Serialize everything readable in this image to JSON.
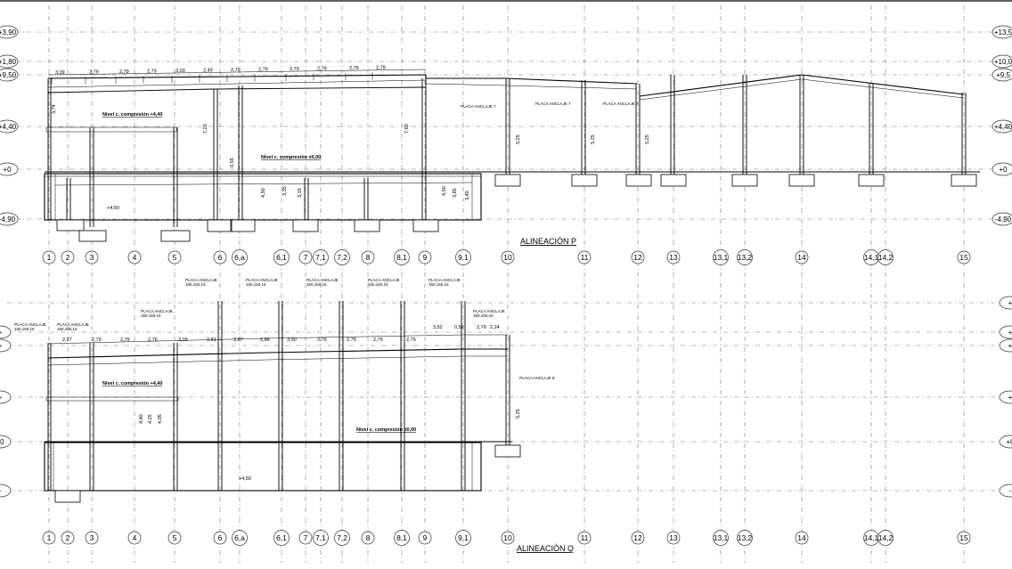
{
  "axes": [
    "1",
    "2",
    "3",
    "4",
    "5",
    "6",
    "6,a",
    "6,1",
    "7",
    "7,1",
    "7,2",
    "8",
    "8,1",
    "9",
    "9,1",
    "10",
    "11",
    "12",
    "13",
    "13,1",
    "13,2",
    "14",
    "14,1",
    "14,2",
    "15"
  ],
  "sectionP": {
    "title": "ALINEACIÓN P",
    "levels_left": [
      "+3,90",
      "+1,80",
      "+9,50",
      "+4,40",
      "+0",
      "-4,90"
    ],
    "levels_right": [
      "+13,5",
      "+10,0",
      "+9,5",
      "+4,40",
      "+0",
      "-4,90"
    ],
    "note_upper": "Nivel c. compresión +4,40",
    "note_lower": "Nivel c. compresión ±0,00",
    "level_mark": "+4,50",
    "plates": [
      "PLACA ANCLAJE 7",
      "PLACA ANCLAJE 7",
      "PLACA ANCLAJE 7"
    ],
    "top_dims": [
      "3,09",
      "2,79",
      "2,79",
      "2,79",
      "3,03",
      "2,49",
      "2,79",
      "2,79",
      "2,79",
      "2,79",
      "2,79",
      "2,79"
    ],
    "vert_dims": [
      "3,74",
      "7,23",
      "0,55",
      "4,50",
      "3,35",
      "3,15",
      "7,60",
      "4,50",
      "3,85",
      "3,40",
      "5,25",
      "5,25",
      "5,25"
    ]
  },
  "sectionQ": {
    "title": "ALINEACIÓN Q",
    "levels_left": [
      "+",
      "+",
      "+",
      "+0",
      "-"
    ],
    "levels_right": [
      "+",
      "+",
      "+",
      "+",
      "+0",
      "-"
    ],
    "note_upper": "Nivel c. compresión +4,40",
    "note_lower": "Nivel c. compresión ±0,00",
    "level_mark": "+4,50",
    "plates": [
      "PLACA ANCLAJE",
      "PLACA ANCLAJE",
      "PLACA ANCLAJE",
      "PLACA ANCLAJE",
      "PLACA ANCLAJE",
      "PLACA ANCLAJE",
      "PLACA ANCLAJE",
      "PLACA ANCLAJE",
      "PLACA ANCLAJE",
      "PLACA ANCLAJE 8"
    ],
    "plate_sizes": [
      "150,150,15",
      "150,150,15",
      "150,150,15",
      "150,150,15",
      "150,150,15",
      "150,150,15",
      "150,150,15",
      "150,150,15",
      "150,150,15"
    ],
    "top_dims": [
      "2,27",
      "2,79",
      "2,79",
      "2,76",
      "3,09",
      "2,81",
      "2,87",
      "2,86",
      "3,00",
      "2,79",
      "2,79",
      "2,79",
      "2,79",
      "3,52",
      "0,52",
      "2,79",
      "2,24"
    ],
    "vert_dims": [
      "4,40",
      "4,25",
      "4,05",
      "5,25"
    ]
  }
}
